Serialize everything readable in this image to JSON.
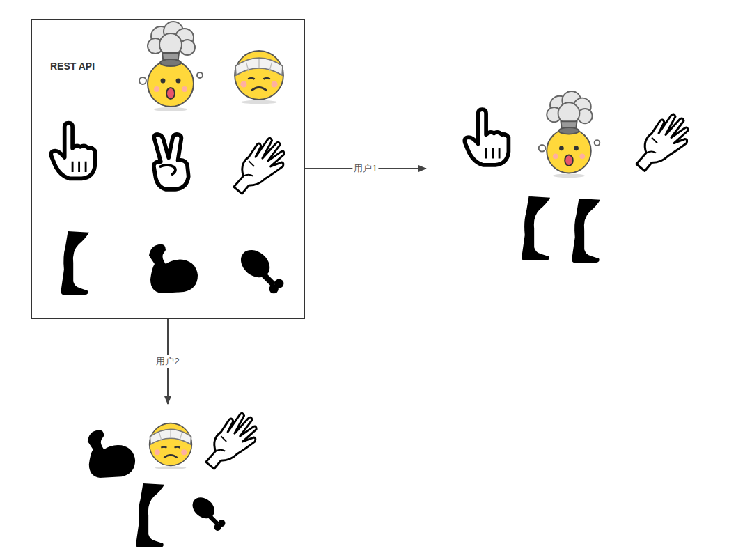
{
  "diagram": {
    "nodes": [
      {
        "text": [
          "REST API"
        ]
      }
    ],
    "labels": [
      "用户1",
      "用户2"
    ]
  }
}
